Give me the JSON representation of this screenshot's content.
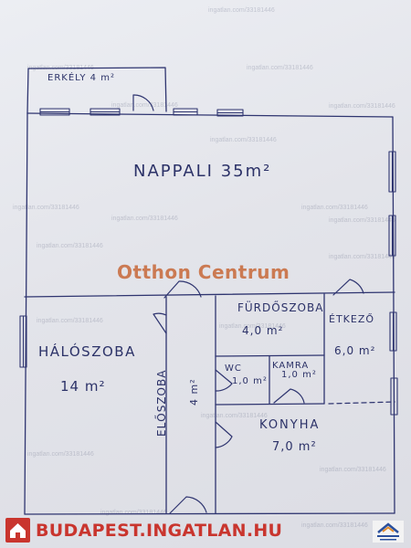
{
  "rooms": {
    "erkely": "ERKÉLY 4 m²",
    "nappali": "NAPPALI 35m²",
    "furdoszoba_name": "FÜRDŐSZOBA",
    "furdoszoba_area": "4,0 m²",
    "etkezo_name": "ÉTKEZŐ",
    "etkezo_area": "6,0 m²",
    "haloszoba_name": "HÁLÓSZOBA",
    "haloszoba_area": "14 m²",
    "eloszoba_name": "ELŐSZOBA",
    "eloszoba_area": "4 m²",
    "wc_name": "WC",
    "wc_area": "1,0 m²",
    "kamra_name": "KAMRA",
    "kamra_area": "1,0 m²",
    "konyha_name": "KONYHA",
    "konyha_area": "7,0 m²"
  },
  "watermark_center": "Otthon Centrum",
  "watermark_small": "ingatlan.com/33181446",
  "footer": {
    "site": "BUDAPEST.INGATLAN.HU"
  },
  "colors": {
    "ink": "#2c3268",
    "brand_red": "#c9352e",
    "watermark_orange": "#c45c28"
  },
  "icons": {
    "footer": "house-logo-icon",
    "corner": "otthon-logo-icon"
  }
}
